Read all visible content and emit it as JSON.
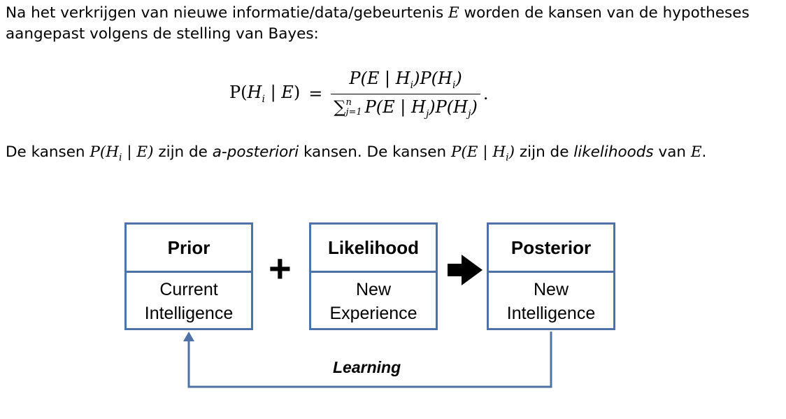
{
  "intro": {
    "part1": "Na het verkrijgen van nieuwe informatie/data/gebeurtenis ",
    "event_symbol": "E",
    "part2": " worden de kansen van de hypotheses aangepast volgens de stelling van Bayes:"
  },
  "formula": {
    "lhs_p": "P(",
    "lhs_h": "H",
    "lhs_i": "i",
    "lhs_bar": " | ",
    "lhs_e": "E",
    "lhs_close": ")",
    "equals": "=",
    "num_a": "P(E | H",
    "num_i": "i",
    "num_b": ")P(H",
    "num_i2": "i",
    "num_c": ")",
    "sum_symbol": "∑",
    "sum_upper": "n",
    "sum_lower": "j=1",
    "den_a": "P(E | H",
    "den_j": "j",
    "den_b": ")P(H",
    "den_j2": "j",
    "den_c": ")",
    "period": "."
  },
  "conclusion": {
    "t1": "De kansen ",
    "m1": "P(H",
    "m1_sub": "i",
    "m1_end": " | E)",
    "t2": " zijn de ",
    "t2_italic": "a-posteriori",
    "t3": " kansen. De kansen ",
    "m2": "P(E | H",
    "m2_sub": "i",
    "m2_end": ")",
    "t4": " zijn de ",
    "t5_italic": "likelihoods",
    "t6": " van ",
    "m3": "E",
    "t7": "."
  },
  "diagram": {
    "prior": {
      "title": "Prior",
      "line1": "Current",
      "line2": "Intelligence"
    },
    "plus": "+",
    "likelihood": {
      "title": "Likelihood",
      "line1": "New",
      "line2": "Experience"
    },
    "posterior": {
      "title": "Posterior",
      "line1": "New",
      "line2": "Intelligence"
    },
    "learning": "Learning"
  },
  "colors": {
    "box_border": "#4f71a5",
    "feedback_arrow": "#4f71a5",
    "forward_arrow": "#000000"
  }
}
